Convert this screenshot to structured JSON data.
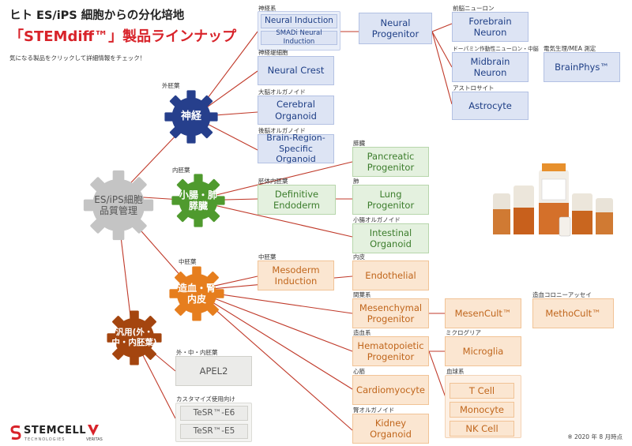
{
  "header": {
    "title_line1": "ヒト ES/iPS 細胞からの分化培地",
    "title_line2": "「STEMdiff™」製品ラインナップ",
    "subtitle": "気になる製品をクリックして詳細情報をチェック！"
  },
  "gears": {
    "center": {
      "text": "ES/iPS細胞\n品質管理"
    },
    "neural": {
      "label": "外胚葉",
      "text": "神経"
    },
    "endo": {
      "label": "内胚葉",
      "text": "小腸・肺\n膵臓"
    },
    "meso": {
      "label": "中胚葉",
      "text": "造血・腎\n内皮"
    },
    "general": {
      "text": "汎用(外・\n中・内胚葉)"
    }
  },
  "labels": {
    "neural_group": "神経系",
    "neural_crest": "神経堤細胞",
    "cerebral": "大脳オルガノイド",
    "brain_region": "後脳オルガノイド",
    "forebrain": "前脳ニューロン",
    "midbrain": "ドーパミン作動性ニューロン・中脳",
    "astrocyte": "アストロサイト",
    "electro": "電気生理/MEA 測定",
    "pancreatic": "膵臓",
    "definitive": "胚体内胚葉",
    "lung": "肺",
    "intestinal": "小腸オルガノイド",
    "mesoderm": "中胚葉",
    "endothelial": "内皮",
    "mesenchymal": "間葉系",
    "hematopoietic": "造血系",
    "colony": "造血コロニーアッセイ",
    "microglia": "ミクログリア",
    "blood": "血球系",
    "cardio": "心筋",
    "kidney": "腎オルガノイド",
    "apel": "外・中・内胚葉",
    "tesr": "カスタマイズ使用向け"
  },
  "products": {
    "neural_induction": "Neural Induction",
    "smadi": "SMADi Neural Induction",
    "neural_progenitor": "Neural\nProgenitor",
    "neural_crest": "Neural Crest",
    "cerebral_organoid": "Cerebral\nOrganoid",
    "brain_region": "Brain-Region-\nSpecific Organoid",
    "forebrain": "Forebrain\nNeuron",
    "midbrain": "Midbrain\nNeuron",
    "astrocyte": "Astrocyte",
    "brainphys": "BrainPhys™",
    "pancreatic": "Pancreatic\nProgenitor",
    "definitive_endoderm": "Definitive\nEndoderm",
    "lung": "Lung\nProgenitor",
    "intestinal": "Intestinal\nOrganoid",
    "mesoderm_induction": "Mesoderm\nInduction",
    "endothelial": "Endothelial",
    "mesenchymal": "Mesenchymal\nProgenitor",
    "mesencult": "MesenCult™",
    "methocult": "MethoCult™",
    "hematopoietic": "Hematopoietic\nProgenitor",
    "microglia": "Microglia",
    "tcell": "T Cell",
    "monocyte": "Monocyte",
    "nkcell": "NK Cell",
    "cardiomyocyte": "Cardiomyocyte",
    "kidney": "Kidney\nOrganoid",
    "apel2": "APEL2",
    "tesr_e6": "TeSR™-E6",
    "tesr_e5": "TeSR™-E5"
  },
  "footer": {
    "logo": "STEMCELL",
    "logo_sub": "TECHNOLOGIES",
    "partner": "VERITAS",
    "note": "※ 2020 年 8 月時点"
  },
  "colors": {
    "neural": "#1f3f86",
    "endo": "#3c7d2c",
    "meso": "#e07a1f",
    "general": "#a8460e",
    "center": "#b9b9b9",
    "brand_red": "#d8232a"
  }
}
